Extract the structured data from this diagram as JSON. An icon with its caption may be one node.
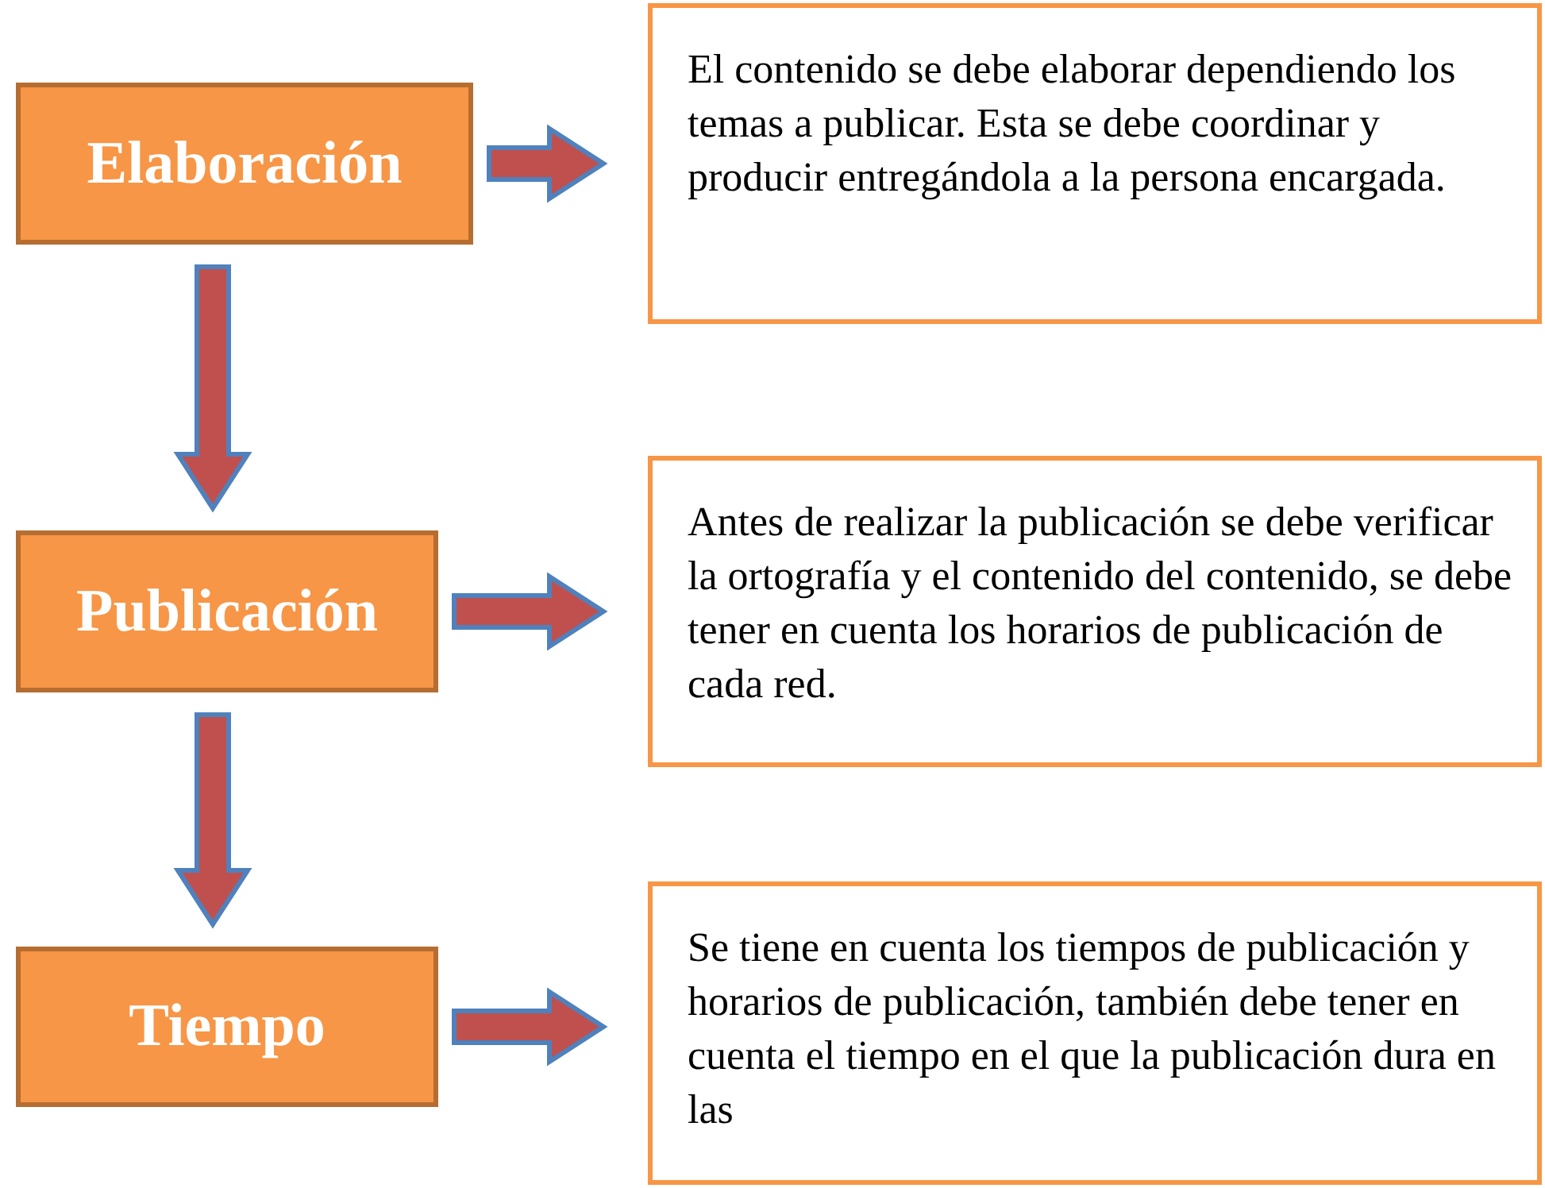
{
  "diagram": {
    "nodes": [
      {
        "text": [
          "Elaboración"
        ]
      },
      {
        "text": [
          "El contenido se debe elaborar dependiendo los temas a publicar. Esta se debe coordinar y producir entregándola a la persona encargada."
        ]
      },
      {
        "text": [
          "Publicación"
        ]
      },
      {
        "text": [
          "Antes de realizar la publicación se debe verificar la ortografía y el contenido del contenido, se debe tener en cuenta los horarios de publicación de cada red."
        ]
      },
      {
        "text": [
          "Tiempo"
        ]
      },
      {
        "text": [
          "Se tiene en cuenta los tiempos de publicación y horarios de publicación, también debe tener en cuenta el tiempo en el que la publicación dura en las"
        ]
      }
    ],
    "edges": [
      {
        "from": 0,
        "to": 1,
        "arrow": "to"
      },
      {
        "from": 0,
        "to": 2,
        "arrow": "to"
      },
      {
        "from": 2,
        "to": 3,
        "arrow": "to"
      },
      {
        "from": 2,
        "to": 4,
        "arrow": "to"
      },
      {
        "from": 4,
        "to": 5,
        "arrow": "to"
      }
    ]
  }
}
